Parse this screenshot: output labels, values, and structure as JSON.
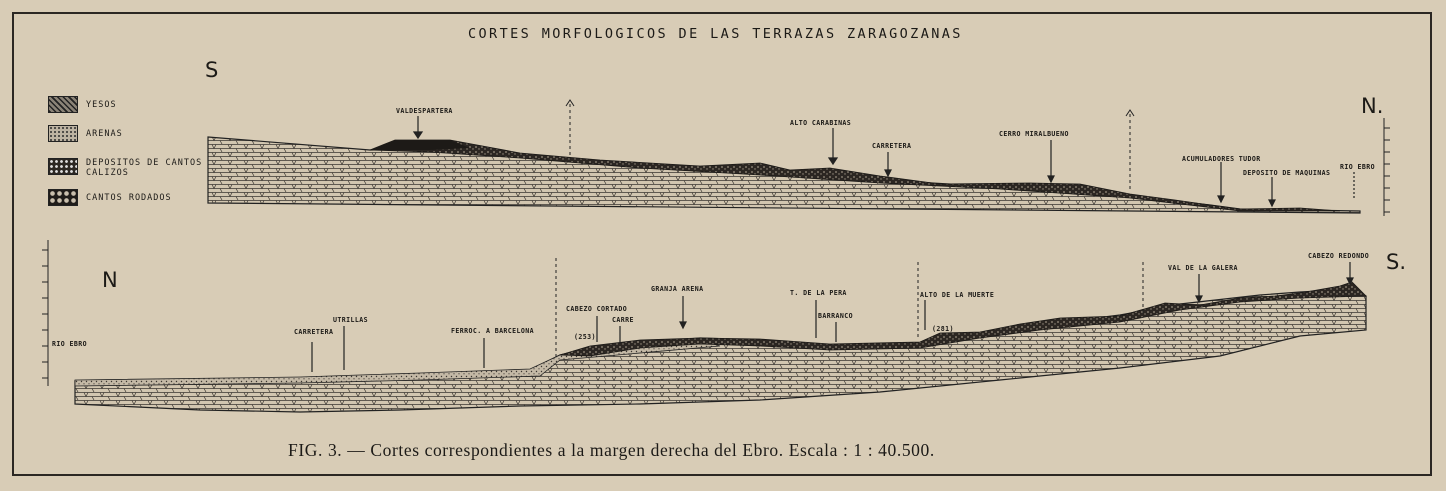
{
  "title": "CORTES MORFOLOGICOS DE LAS TERRAZAS ZARAGOZANAS",
  "caption": "FIG. 3. — Cortes correspondientes a la margen derecha del Ebro. Escala : 1 : 40.500.",
  "legend": [
    {
      "label": "YESOS",
      "pattern": "yesos"
    },
    {
      "label": "ARENAS",
      "pattern": "arenas"
    },
    {
      "label": "DEPOSITOS DE CANTOS CALIZOS",
      "pattern": "depositos"
    },
    {
      "label": "CANTOS RODADOS",
      "pattern": "cantos"
    }
  ],
  "upper_section": {
    "left_direction": "S",
    "right_direction": "N.",
    "labels": [
      "VALDESPARTERA",
      "ALTO CARABINAS",
      "CARRETERA",
      "CERRO MIRALBUENO",
      "ACUMULADORES TUDOR",
      "DEPOSITO DE MAQUINAS",
      "RIO EBRO"
    ]
  },
  "lower_section": {
    "left_direction": "N",
    "right_direction": "S.",
    "labels": [
      "RIO EBRO",
      "CARRETERA",
      "UTRILLAS",
      "FERROC. A BARCELONA",
      "CABEZO CORTADO",
      "CARRE",
      "(253)",
      "GRANJA ARENA",
      "T. DE LA PERA",
      "BARRANCO",
      "ALTO DE LA MUERTE",
      "(281)",
      "VAL DE LA GALERA",
      "CABEZO REDONDO"
    ]
  },
  "colors": {
    "paper": "#d8ccb6",
    "ink": "#1c1a17"
  }
}
